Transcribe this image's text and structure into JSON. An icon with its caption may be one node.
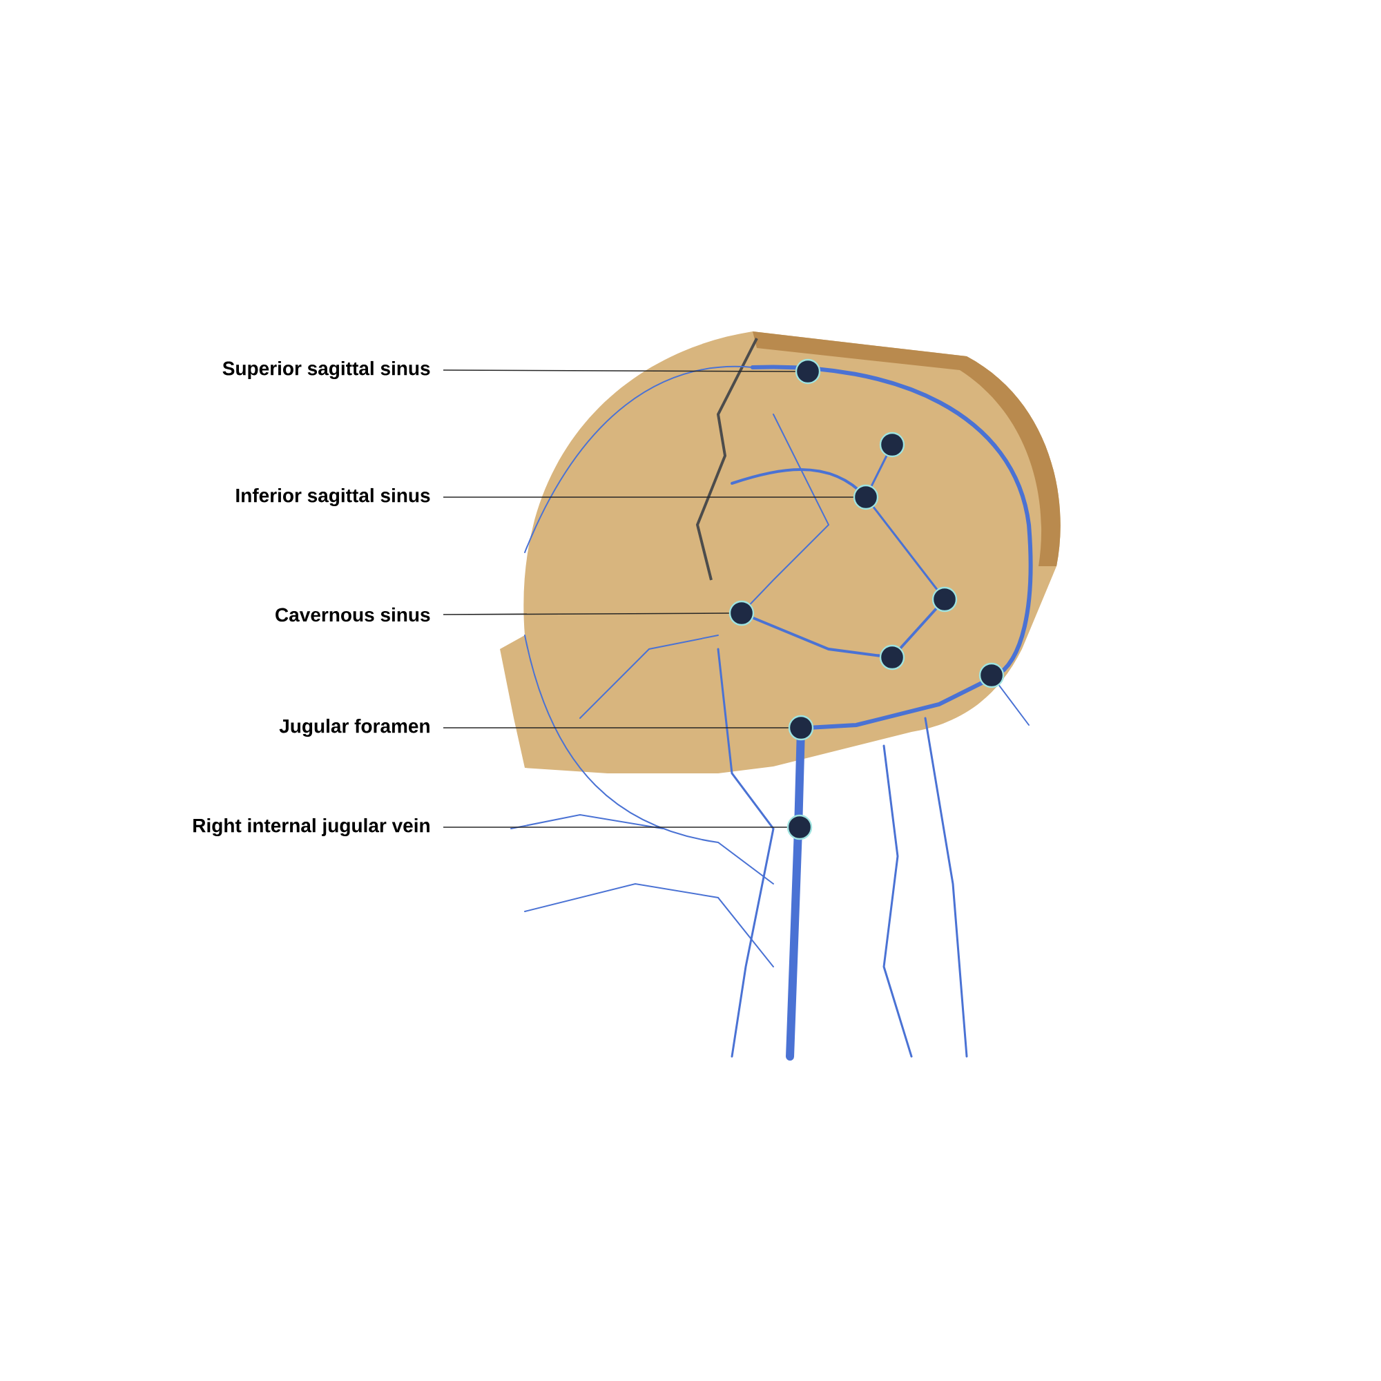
{
  "diagram": {
    "nodes": [
      {
        "text": [
          "Superior sagittal sinus"
        ]
      },
      {
        "text": [
          "Inferior sagittal sinus"
        ]
      },
      {
        "text": [
          "Cavernous sinus"
        ]
      },
      {
        "text": [
          "Jugular foramen"
        ]
      },
      {
        "text": [
          "Right internal jugular vein"
        ]
      },
      {
        "text": [],
        "shape": "circle"
      },
      {
        "text": [],
        "shape": "circle"
      },
      {
        "text": [],
        "shape": "circle"
      },
      {
        "text": [],
        "shape": "circle"
      },
      {
        "text": [],
        "shape": "circle"
      },
      {
        "text": [],
        "shape": "circle"
      },
      {
        "text": [],
        "shape": "circle"
      },
      {
        "text": [],
        "shape": "circle"
      },
      {
        "text": [],
        "shape": "circle"
      }
    ],
    "edges": [
      {
        "from": 0,
        "to": 5,
        "arrow": "none"
      },
      {
        "from": 1,
        "to": 6,
        "arrow": "none"
      },
      {
        "from": 2,
        "to": 7,
        "arrow": "none"
      },
      {
        "from": 3,
        "to": 8,
        "arrow": "none"
      },
      {
        "from": 4,
        "to": 9,
        "arrow": "none"
      }
    ]
  }
}
